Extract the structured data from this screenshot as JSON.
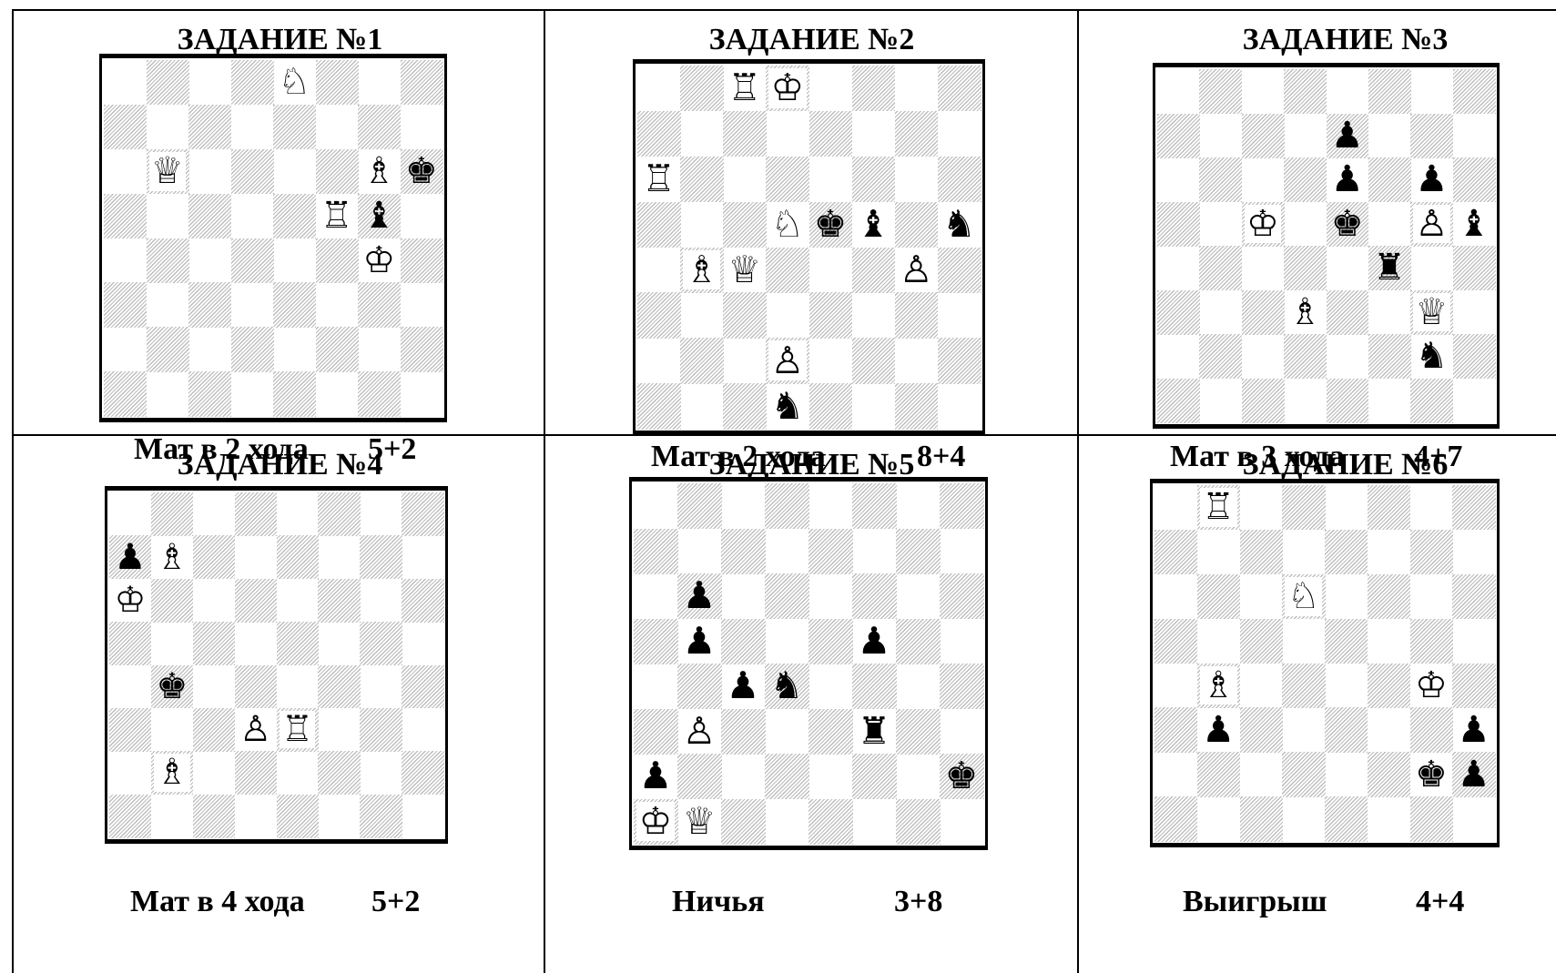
{
  "tasks": [
    {
      "title": "ЗАДАНИЕ №1",
      "condition": "Мат в 2 хода",
      "count": "5+2",
      "pieces": [
        {
          "sq": "e8",
          "color": "w",
          "type": "knight",
          "glyph": "♘"
        },
        {
          "sq": "b6",
          "color": "w",
          "type": "queen",
          "glyph": "♕"
        },
        {
          "sq": "g6",
          "color": "w",
          "type": "bishop",
          "glyph": "♗"
        },
        {
          "sq": "h6",
          "color": "b",
          "type": "king",
          "glyph": "♚"
        },
        {
          "sq": "f5",
          "color": "w",
          "type": "rook",
          "glyph": "♖"
        },
        {
          "sq": "g5",
          "color": "b",
          "type": "bishop",
          "glyph": "♝"
        },
        {
          "sq": "g4",
          "color": "w",
          "type": "king",
          "glyph": "♔"
        }
      ]
    },
    {
      "title": "ЗАДАНИЕ №2",
      "condition": "Мат в 2 хода",
      "count": "8+4",
      "pieces": [
        {
          "sq": "c8",
          "color": "w",
          "type": "rook",
          "glyph": "♖"
        },
        {
          "sq": "d8",
          "color": "w",
          "type": "king",
          "glyph": "♔"
        },
        {
          "sq": "a6",
          "color": "w",
          "type": "rook",
          "glyph": "♖"
        },
        {
          "sq": "d5",
          "color": "w",
          "type": "knight",
          "glyph": "♘"
        },
        {
          "sq": "e5",
          "color": "b",
          "type": "king",
          "glyph": "♚"
        },
        {
          "sq": "f5",
          "color": "b",
          "type": "bishop",
          "glyph": "♝"
        },
        {
          "sq": "h5",
          "color": "b",
          "type": "knight",
          "glyph": "♞"
        },
        {
          "sq": "b4",
          "color": "w",
          "type": "bishop",
          "glyph": "♗"
        },
        {
          "sq": "c4",
          "color": "w",
          "type": "queen",
          "glyph": "♕"
        },
        {
          "sq": "g4",
          "color": "w",
          "type": "pawn",
          "glyph": "♙"
        },
        {
          "sq": "d2",
          "color": "w",
          "type": "pawn",
          "glyph": "♙"
        },
        {
          "sq": "d1",
          "color": "b",
          "type": "knight",
          "glyph": "♞"
        }
      ]
    },
    {
      "title": "ЗАДАНИЕ №3",
      "condition": "Мат в 3 хода",
      "count": "4+7",
      "pieces": [
        {
          "sq": "e7",
          "color": "b",
          "type": "pawn",
          "glyph": "♟"
        },
        {
          "sq": "e6",
          "color": "b",
          "type": "pawn",
          "glyph": "♟"
        },
        {
          "sq": "g6",
          "color": "b",
          "type": "pawn",
          "glyph": "♟"
        },
        {
          "sq": "c5",
          "color": "w",
          "type": "king",
          "glyph": "♔"
        },
        {
          "sq": "e5",
          "color": "b",
          "type": "king",
          "glyph": "♚"
        },
        {
          "sq": "g5",
          "color": "w",
          "type": "pawn",
          "glyph": "♙"
        },
        {
          "sq": "h5",
          "color": "b",
          "type": "bishop",
          "glyph": "♝"
        },
        {
          "sq": "f4",
          "color": "b",
          "type": "rook",
          "glyph": "♜"
        },
        {
          "sq": "d3",
          "color": "w",
          "type": "bishop",
          "glyph": "♗"
        },
        {
          "sq": "g3",
          "color": "w",
          "type": "queen",
          "glyph": "♕"
        },
        {
          "sq": "g2",
          "color": "b",
          "type": "knight",
          "glyph": "♞"
        }
      ]
    },
    {
      "title": "ЗАДАНИЕ №4",
      "condition": "Мат в 4 хода",
      "count": "5+2",
      "pieces": [
        {
          "sq": "a7",
          "color": "b",
          "type": "pawn",
          "glyph": "♟"
        },
        {
          "sq": "b7",
          "color": "w",
          "type": "bishop",
          "glyph": "♗"
        },
        {
          "sq": "a6",
          "color": "w",
          "type": "king",
          "glyph": "♔"
        },
        {
          "sq": "b4",
          "color": "b",
          "type": "king",
          "glyph": "♚"
        },
        {
          "sq": "d3",
          "color": "w",
          "type": "pawn",
          "glyph": "♙"
        },
        {
          "sq": "e3",
          "color": "w",
          "type": "rook",
          "glyph": "♖"
        },
        {
          "sq": "b2",
          "color": "w",
          "type": "bishop",
          "glyph": "♗"
        }
      ]
    },
    {
      "title": "ЗАДАНИЕ №5",
      "condition": "Ничья",
      "count": "3+8",
      "pieces": [
        {
          "sq": "b6",
          "color": "b",
          "type": "pawn",
          "glyph": "♟"
        },
        {
          "sq": "b5",
          "color": "b",
          "type": "pawn",
          "glyph": "♟"
        },
        {
          "sq": "f5",
          "color": "b",
          "type": "pawn",
          "glyph": "♟"
        },
        {
          "sq": "c4",
          "color": "b",
          "type": "pawn",
          "glyph": "♟"
        },
        {
          "sq": "d4",
          "color": "b",
          "type": "knight",
          "glyph": "♞"
        },
        {
          "sq": "b3",
          "color": "w",
          "type": "pawn",
          "glyph": "♙"
        },
        {
          "sq": "f3",
          "color": "b",
          "type": "rook",
          "glyph": "♜"
        },
        {
          "sq": "a2",
          "color": "b",
          "type": "pawn",
          "glyph": "♟"
        },
        {
          "sq": "h2",
          "color": "b",
          "type": "king",
          "glyph": "♚"
        },
        {
          "sq": "a1",
          "color": "w",
          "type": "king",
          "glyph": "♔"
        },
        {
          "sq": "b1",
          "color": "w",
          "type": "queen",
          "glyph": "♕"
        }
      ]
    },
    {
      "title": "ЗАДАНИЕ №6",
      "condition": "Выигрыш",
      "count": "4+4",
      "pieces": [
        {
          "sq": "b8",
          "color": "w",
          "type": "rook",
          "glyph": "♖"
        },
        {
          "sq": "d6",
          "color": "w",
          "type": "knight",
          "glyph": "♘"
        },
        {
          "sq": "b4",
          "color": "w",
          "type": "bishop",
          "glyph": "♗"
        },
        {
          "sq": "g4",
          "color": "w",
          "type": "king",
          "glyph": "♔"
        },
        {
          "sq": "b3",
          "color": "b",
          "type": "pawn",
          "glyph": "♟"
        },
        {
          "sq": "h3",
          "color": "b",
          "type": "pawn",
          "glyph": "♟"
        },
        {
          "sq": "g2",
          "color": "b",
          "type": "king",
          "glyph": "♚"
        },
        {
          "sq": "h2",
          "color": "b",
          "type": "pawn",
          "glyph": "♟"
        }
      ]
    }
  ]
}
